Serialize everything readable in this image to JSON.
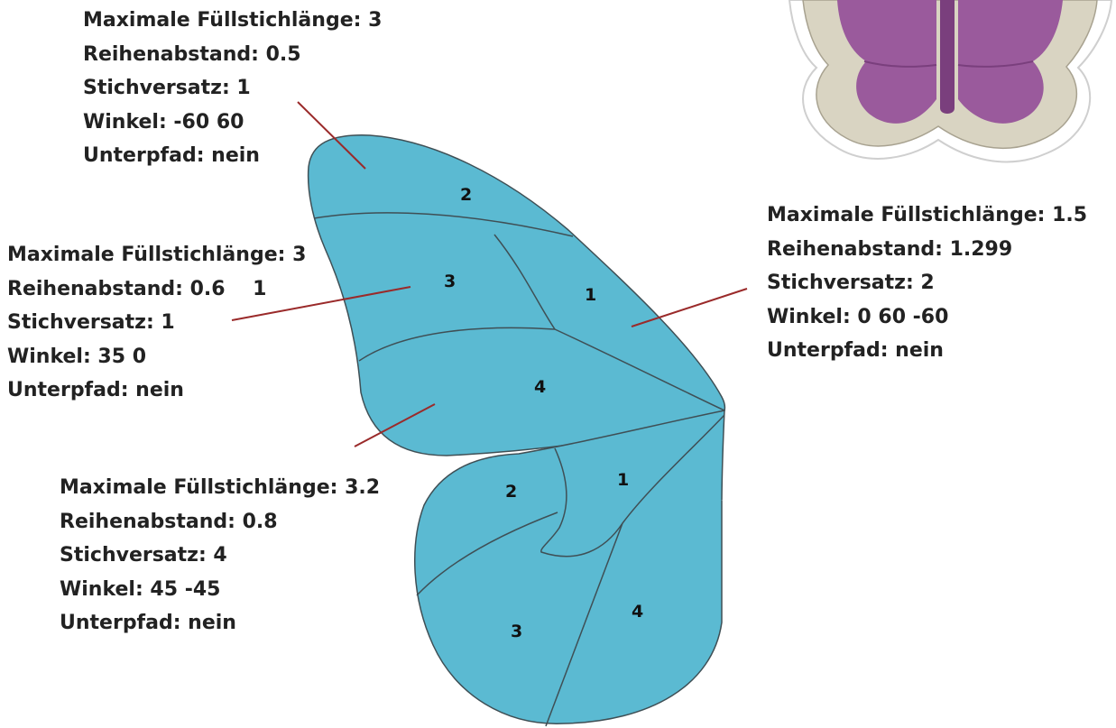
{
  "colors": {
    "wing_fill": "#5bbad2",
    "wing_stroke": "#3f4f55",
    "leader_line": "#9a2a2a",
    "text": "#222222",
    "patch_border": "#ffffff",
    "patch_base": "#d9d4c2",
    "patch_purple": "#9a5a9c"
  },
  "blocks": {
    "top_left": {
      "line1": "Maximale Füllstichlänge: 3",
      "line2": "Reihenabstand: 0.5",
      "line3": "Stichversatz: 1",
      "line4": "Winkel: -60 60",
      "line5": "Unterpfad: nein"
    },
    "mid_left": {
      "line1": "Maximale Füllstichlänge: 3",
      "line2": "Reihenabstand: 0.6    1",
      "line3": "Stichversatz: 1",
      "line4": "Winkel: 35 0",
      "line5": "Unterpfad: nein"
    },
    "bottom_left": {
      "line1": "Maximale Füllstichlänge: 3.2",
      "line2": "Reihenabstand: 0.8",
      "line3": "Stichversatz: 4",
      "line4": "Winkel: 45 -45",
      "line5": "Unterpfad: nein"
    },
    "right": {
      "line1": "Maximale Füllstichlänge: 1.5",
      "line2": "Reihenabstand: 1.299",
      "line3": "Stichversatz: 2",
      "line4": "Winkel: 0 60 -60",
      "line5": "Unterpfad: nein"
    }
  },
  "regions": {
    "upper": [
      "2",
      "3",
      "1",
      "4"
    ],
    "lower": [
      "2",
      "1",
      "3",
      "4"
    ]
  }
}
